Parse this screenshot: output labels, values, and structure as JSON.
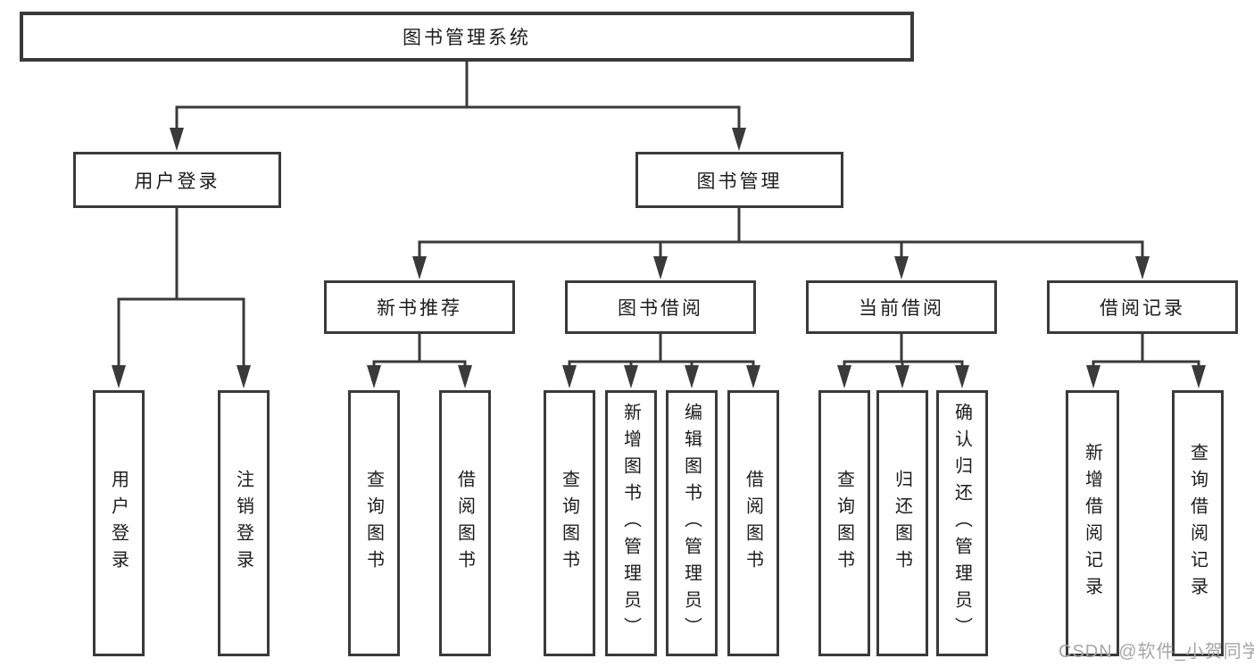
{
  "diagram": {
    "title": "图书管理系统",
    "level2": [
      {
        "label": "用户登录"
      },
      {
        "label": "图书管理"
      }
    ],
    "level3": [
      {
        "label": "新书推荐",
        "parent": "图书管理"
      },
      {
        "label": "图书借阅",
        "parent": "图书管理"
      },
      {
        "label": "当前借阅",
        "parent": "图书管理"
      },
      {
        "label": "借阅记录",
        "parent": "图书管理"
      }
    ],
    "leaves": [
      {
        "label": "用户登录",
        "parent": "用户登录"
      },
      {
        "label": "注销登录",
        "parent": "用户登录"
      },
      {
        "label": "查询图书",
        "parent": "新书推荐"
      },
      {
        "label": "借阅图书",
        "parent": "新书推荐"
      },
      {
        "label": "查询图书",
        "parent": "图书借阅"
      },
      {
        "label": "新增图书（管理员）",
        "parent": "图书借阅"
      },
      {
        "label": "编辑图书（管理员）",
        "parent": "图书借阅"
      },
      {
        "label": "借阅图书",
        "parent": "图书借阅"
      },
      {
        "label": "查询图书",
        "parent": "当前借阅"
      },
      {
        "label": "归还图书",
        "parent": "当前借阅"
      },
      {
        "label": "确认归还（管理员）",
        "parent": "当前借阅"
      },
      {
        "label": "新增借阅记录",
        "parent": "借阅记录"
      },
      {
        "label": "查询借阅记录",
        "parent": "借阅记录"
      }
    ],
    "watermark": "CSDN @软件_小贺同学",
    "colors": {
      "line": "#3a3a3a",
      "text": "#1c1c1c",
      "watermark": "#a6a6a6",
      "background": "#ffffff"
    }
  }
}
